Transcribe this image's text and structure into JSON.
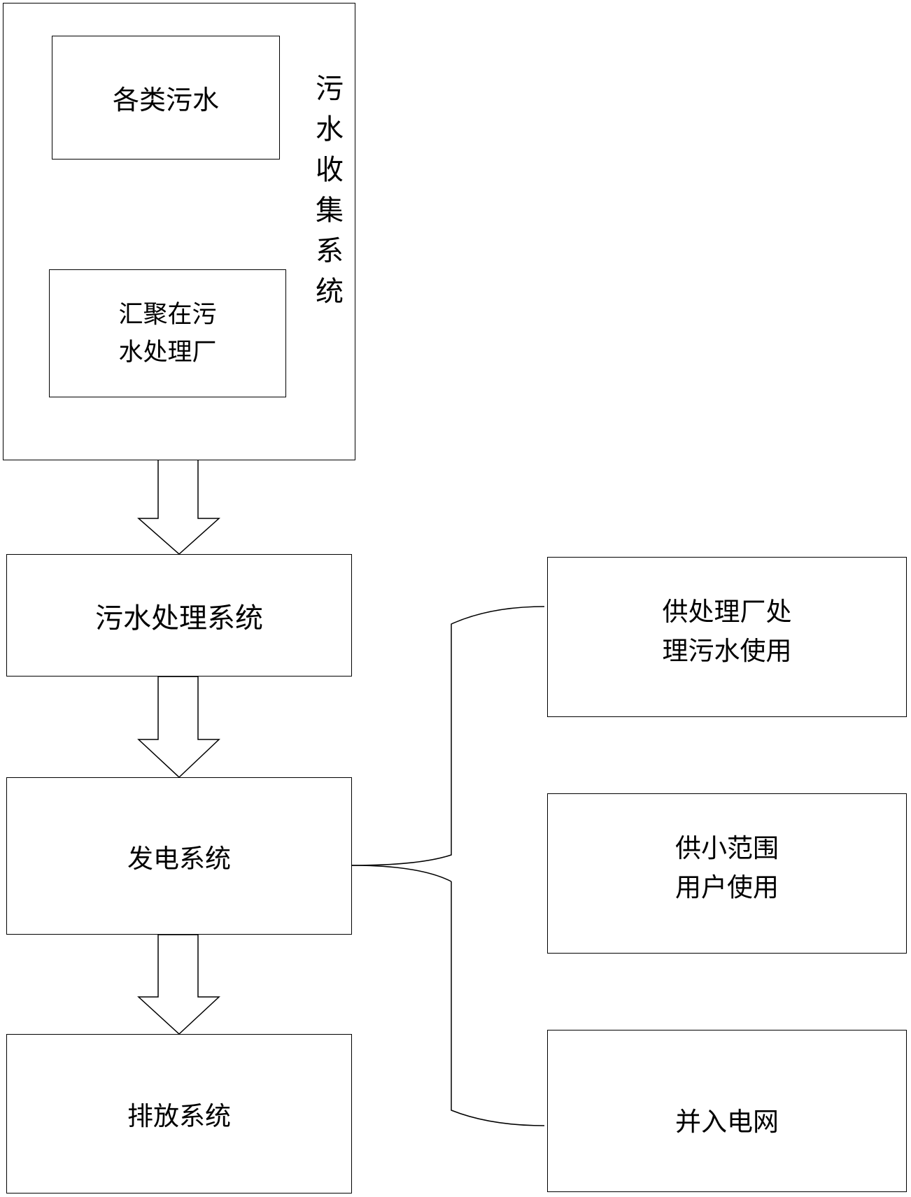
{
  "collection_system": {
    "title_chars": [
      "污",
      "水",
      "收",
      "集",
      "系",
      "统"
    ],
    "sewage_label": "各类污水",
    "plant_label_lines": [
      "汇聚在污",
      "水处理厂"
    ]
  },
  "treatment_system": {
    "label": "污水处理系统"
  },
  "power_system": {
    "label": "发电系统"
  },
  "discharge_system": {
    "label": "排放系统"
  },
  "outputs": [
    {
      "lines": [
        "供处理厂处",
        "理污水使用"
      ]
    },
    {
      "lines": [
        "供小范围",
        "用户使用"
      ]
    },
    {
      "lines": [
        "并入电网"
      ]
    }
  ],
  "colors": {
    "stroke": "#000000",
    "background": "#ffffff"
  }
}
